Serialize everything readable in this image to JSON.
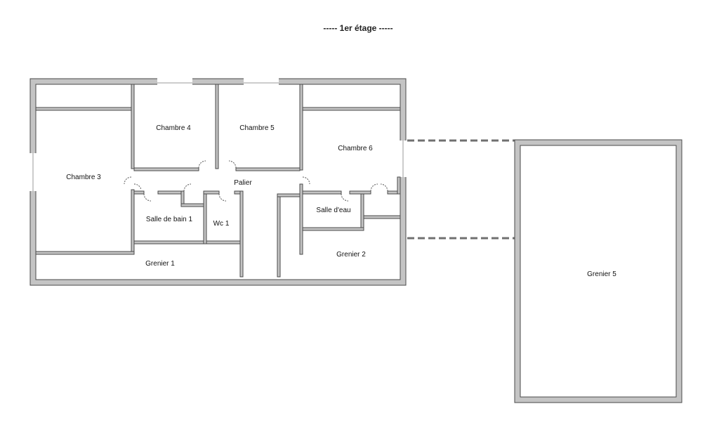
{
  "title": "----- 1er étage -----",
  "colors": {
    "wall": "#c4c4c4",
    "outline": "#4a4a4a",
    "dash": "#707070"
  },
  "rooms": {
    "chambre_3": "Chambre 3",
    "chambre_4": "Chambre 4",
    "chambre_5": "Chambre 5",
    "chambre_6": "Chambre 6",
    "palier": "Palier",
    "salle_de_bain_1": "Salle de bain 1",
    "wc_1": "Wc 1",
    "salle_deau": "Salle d'eau",
    "grenier_1": "Grenier 1",
    "grenier_2": "Grenier 2",
    "grenier_5": "Grenier 5"
  }
}
